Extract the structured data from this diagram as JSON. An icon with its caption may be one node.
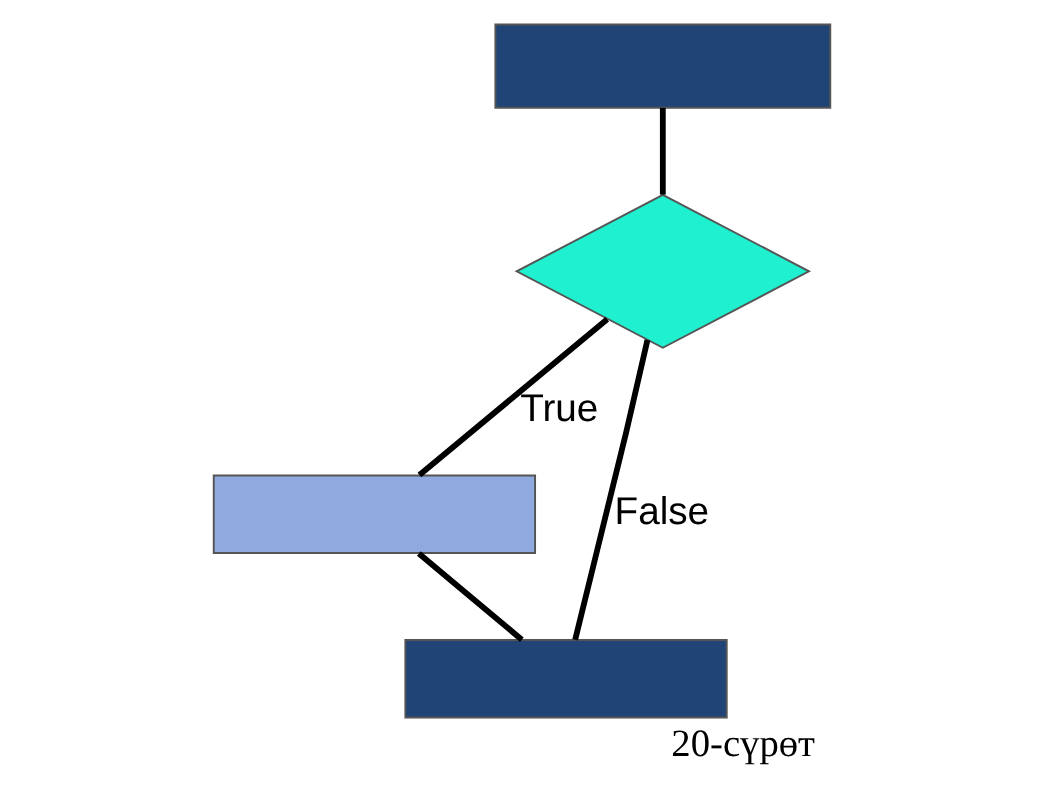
{
  "diagram": {
    "caption": "20-сүрөт",
    "nodes": [
      {
        "text": [],
        "shape": "box"
      },
      {
        "text": [],
        "shape": "diamond"
      },
      {
        "text": [],
        "shape": "box"
      },
      {
        "text": [],
        "shape": "box"
      }
    ],
    "edges": [
      {
        "from": 0,
        "to": 1,
        "arrow": "none"
      },
      {
        "from": 1,
        "to": 2,
        "arrow": "none",
        "label": "True"
      },
      {
        "from": 2,
        "to": 3,
        "arrow": "none"
      },
      {
        "from": 1,
        "to": 3,
        "arrow": "none",
        "label": "False"
      }
    ]
  }
}
